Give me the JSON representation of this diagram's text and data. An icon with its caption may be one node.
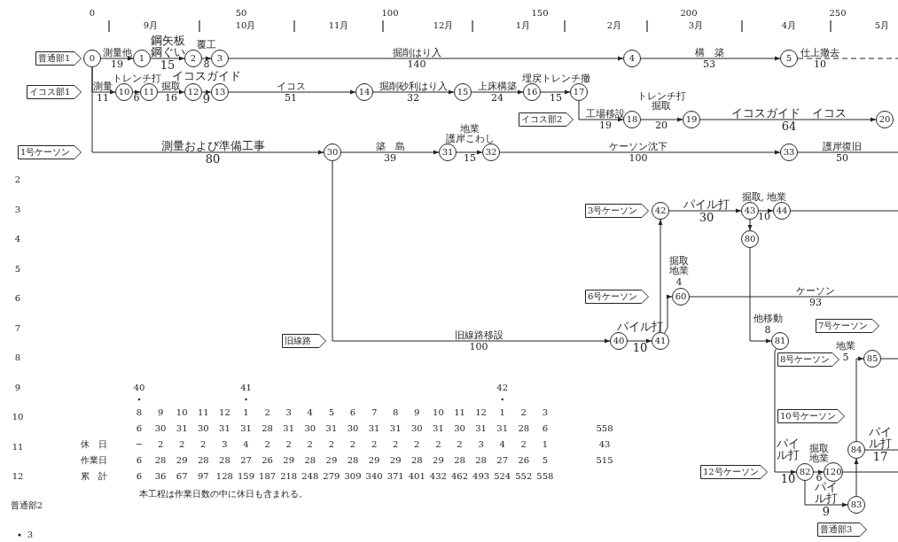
{
  "diagram": {
    "nodes": [
      {
        "text": [
          "普通部1"
        ]
      },
      {
        "text": [
          "0"
        ]
      },
      {
        "text": [
          "1"
        ]
      },
      {
        "text": [
          "2"
        ]
      },
      {
        "text": [
          "3"
        ]
      },
      {
        "text": [
          "4"
        ]
      },
      {
        "text": [
          "5"
        ]
      },
      {
        "text": [
          "イコス部1"
        ]
      },
      {
        "text": [
          "10"
        ]
      },
      {
        "text": [
          "11"
        ]
      },
      {
        "text": [
          "12"
        ]
      },
      {
        "text": [
          "13"
        ]
      },
      {
        "text": [
          "14"
        ]
      },
      {
        "text": [
          "15"
        ]
      },
      {
        "text": [
          "16"
        ]
      },
      {
        "text": [
          "17"
        ]
      },
      {
        "text": [
          "イコス部2"
        ]
      },
      {
        "text": [
          "18"
        ]
      },
      {
        "text": [
          "19"
        ]
      },
      {
        "text": [
          "20"
        ]
      },
      {
        "text": [
          "1号ケーソン"
        ]
      },
      {
        "text": [
          "30"
        ]
      },
      {
        "text": [
          "31"
        ]
      },
      {
        "text": [
          "32"
        ]
      },
      {
        "text": [
          "33"
        ]
      },
      {
        "text": [
          "3号ケーソン"
        ]
      },
      {
        "text": [
          "42"
        ]
      },
      {
        "text": [
          "43"
        ]
      },
      {
        "text": [
          "44"
        ]
      },
      {
        "text": [
          "80"
        ]
      },
      {
        "text": [
          "6号ケーソン"
        ]
      },
      {
        "text": [
          "60"
        ]
      },
      {
        "text": [
          "7号ケーソン"
        ]
      },
      {
        "text": [
          "旧線路"
        ]
      },
      {
        "text": [
          "40"
        ]
      },
      {
        "text": [
          "41"
        ]
      },
      {
        "text": [
          "81"
        ]
      },
      {
        "text": [
          "8号ケーソン"
        ]
      },
      {
        "text": [
          "85"
        ]
      },
      {
        "text": [
          "10号ケーソン"
        ]
      },
      {
        "text": [
          "84"
        ]
      },
      {
        "text": [
          "12号ケーソン"
        ]
      },
      {
        "text": [
          "82"
        ]
      },
      {
        "text": [
          "120"
        ]
      },
      {
        "text": [
          "83"
        ]
      },
      {
        "text": [
          "普通部3"
        ]
      }
    ],
    "edges": [
      {
        "from": 1,
        "to": 2,
        "arrow": "to",
        "label": "測量他 19"
      },
      {
        "from": 2,
        "to": 3,
        "arrow": "to",
        "label": "鋼矢板鋼ぐい 15"
      },
      {
        "from": 3,
        "to": 4,
        "arrow": "to",
        "label": "覆工 8"
      },
      {
        "from": 4,
        "to": 5,
        "arrow": "to",
        "label": "掘削はり入 140"
      },
      {
        "from": 5,
        "to": 6,
        "arrow": "to",
        "label": "構　築 53"
      },
      {
        "from": 6,
        "to": null,
        "arrow": "none",
        "label": "仕上撤去 10",
        "style": "dashed"
      },
      {
        "from": 1,
        "to": 8,
        "arrow": "to",
        "label": "測量 11"
      },
      {
        "from": 8,
        "to": 9,
        "arrow": "to",
        "label": "トレンチ打 6"
      },
      {
        "from": 9,
        "to": 10,
        "arrow": "to",
        "label": "掘取 16"
      },
      {
        "from": 10,
        "to": 11,
        "arrow": "to",
        "label": "イコスガイド 9"
      },
      {
        "from": 11,
        "to": 12,
        "arrow": "to",
        "label": "イコス 51"
      },
      {
        "from": 12,
        "to": 13,
        "arrow": "to",
        "label": "掘削砂利はり入 32"
      },
      {
        "from": 13,
        "to": 14,
        "arrow": "to",
        "label": "上床構築 24"
      },
      {
        "from": 14,
        "to": 15,
        "arrow": "to",
        "label": "埋戻トレンチ撤 15"
      },
      {
        "from": 15,
        "to": 17,
        "arrow": "to",
        "label": "工場移設 19"
      },
      {
        "from": 17,
        "to": 18,
        "arrow": "to",
        "label": "トレンチ打掘取 20"
      },
      {
        "from": 18,
        "to": 19,
        "arrow": "to",
        "label": "イコスガイド　イコス 64"
      },
      {
        "from": 1,
        "to": 21,
        "arrow": "to",
        "label": "測量および準備工事 80"
      },
      {
        "from": 21,
        "to": 22,
        "arrow": "to",
        "label": "築　島 39"
      },
      {
        "from": 22,
        "to": 23,
        "arrow": "to",
        "label": "地業護岸こわし 15"
      },
      {
        "from": 23,
        "to": 24,
        "arrow": "to",
        "label": "ケーソン沈下 100"
      },
      {
        "from": 24,
        "to": null,
        "arrow": "none",
        "label": "護岸復旧 50"
      },
      {
        "from": 21,
        "to": 34,
        "arrow": "to",
        "label": "旧線路移設 100"
      },
      {
        "from": 34,
        "to": 35,
        "arrow": "to",
        "label": "パイル打 10"
      },
      {
        "from": 35,
        "to": 26,
        "arrow": "to"
      },
      {
        "from": 35,
        "to": 31,
        "arrow": "to",
        "label": "掘取地業 4"
      },
      {
        "from": 26,
        "to": 27,
        "arrow": "to",
        "label": "パイル打 30"
      },
      {
        "from": 27,
        "to": 28,
        "arrow": "to",
        "label": "掘取, 地業 10"
      },
      {
        "from": 28,
        "to": null,
        "arrow": "none"
      },
      {
        "from": 27,
        "to": 29,
        "arrow": "to"
      },
      {
        "from": 29,
        "to": 36,
        "arrow": "to",
        "label": "他移動 8"
      },
      {
        "from": 31,
        "to": null,
        "arrow": "none",
        "label": "ケーソン 93"
      },
      {
        "from": 36,
        "to": 42,
        "arrow": "to",
        "label": "パイル打 10"
      },
      {
        "from": 42,
        "to": 43,
        "arrow": "to",
        "label": "掘取地業 6"
      },
      {
        "from": 42,
        "to": 44,
        "arrow": "to",
        "label": "パイル打 9"
      },
      {
        "from": 44,
        "to": 40,
        "arrow": "to"
      },
      {
        "from": 40,
        "to": 38,
        "arrow": "to",
        "label": "地業 5"
      },
      {
        "from": 38,
        "to": null,
        "arrow": "none"
      },
      {
        "from": 40,
        "to": null,
        "arrow": "none",
        "label": "パイル打 17"
      },
      {
        "from": 43,
        "to": null,
        "arrow": "none"
      }
    ],
    "labels": [
      "0",
      "50",
      "100",
      "150",
      "200",
      "250",
      "9月",
      "10月",
      "11月",
      "12月",
      "1月",
      "2月",
      "3月",
      "4月",
      "5月",
      "2",
      "3",
      "4",
      "5",
      "6",
      "7",
      "8",
      "9",
      "10",
      "11",
      "12",
      "普通部2",
      "3",
      "40",
      "41",
      "42",
      "8",
      "9",
      "10",
      "11",
      "12",
      "1",
      "2",
      "3",
      "4",
      "5",
      "6",
      "7",
      "8",
      "9",
      "10",
      "11",
      "12",
      "1",
      "2",
      "3",
      "6",
      "30",
      "31",
      "30",
      "31",
      "31",
      "28",
      "31",
      "30",
      "31",
      "30",
      "31",
      "31",
      "30",
      "31",
      "30",
      "31",
      "31",
      "28",
      "6",
      "558",
      "休　日",
      "−",
      "2",
      "2",
      "2",
      "3",
      "4",
      "2",
      "2",
      "2",
      "2",
      "2",
      "2",
      "2",
      "2",
      "2",
      "2",
      "3",
      "4",
      "2",
      "1",
      "43",
      "作業日",
      "6",
      "28",
      "29",
      "28",
      "28",
      "27",
      "26",
      "29",
      "28",
      "29",
      "28",
      "29",
      "29",
      "28",
      "29",
      "28",
      "28",
      "27",
      "26",
      "5",
      "515",
      "累　計",
      "6",
      "36",
      "67",
      "97",
      "128",
      "159",
      "187",
      "218",
      "248",
      "279",
      "309",
      "340",
      "371",
      "401",
      "432",
      "462",
      "493",
      "524",
      "552",
      "558",
      "本工程は作業日数の中に休日も含まれる。"
    ]
  }
}
